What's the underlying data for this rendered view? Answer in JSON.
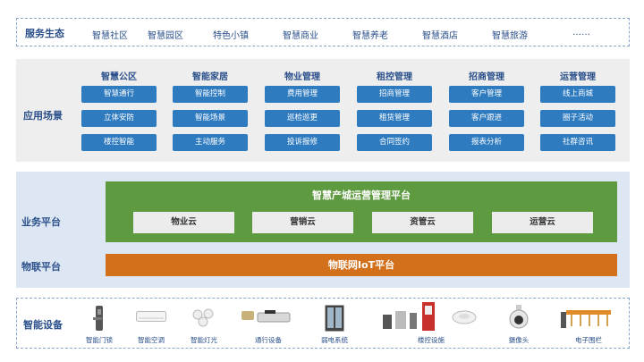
{
  "service": {
    "label": "服务生态",
    "items": [
      "智慧社区",
      "智慧园区",
      "特色小镇",
      "智慧商业",
      "智慧养老",
      "智慧酒店",
      "智慧旅游",
      "……"
    ]
  },
  "apps": {
    "label": "应用场景",
    "columns": [
      {
        "title": "智慧公区",
        "items": [
          "智慧通行",
          "立体安防",
          "楼控智能"
        ]
      },
      {
        "title": "智能家居",
        "items": [
          "智能控制",
          "智能场景",
          "主动服务"
        ]
      },
      {
        "title": "物业管理",
        "items": [
          "费用管理",
          "巡检巡更",
          "投诉报修"
        ]
      },
      {
        "title": "租控管理",
        "items": [
          "招商管理",
          "租赁管理",
          "合同签约"
        ]
      },
      {
        "title": "招商管理",
        "items": [
          "客户管理",
          "客户跟进",
          "报表分析"
        ]
      },
      {
        "title": "运营管理",
        "items": [
          "线上商城",
          "圈子活动",
          "社群咨讯"
        ]
      }
    ]
  },
  "business": {
    "label": "业务平台",
    "platform_title": "智慧产城运营管理平台",
    "clouds": [
      "物业云",
      "营销云",
      "资管云",
      "运营云"
    ]
  },
  "iot": {
    "label": "物联平台",
    "platform_title": "物联网IoT平台"
  },
  "devices": {
    "label": "智能设备",
    "items": [
      "智能门锁",
      "智能空调",
      "智能灯光",
      "通行设备",
      "弱电系统",
      "楼控设施",
      "摄像头",
      "电子围栏"
    ]
  },
  "colors": {
    "accent_blue": "#2f7bc0",
    "green": "#5e9a3f",
    "orange": "#d2701c",
    "text_blue": "#2a4f8a",
    "band_blue": "#dde6f3",
    "band_gray": "#eeeeee"
  }
}
